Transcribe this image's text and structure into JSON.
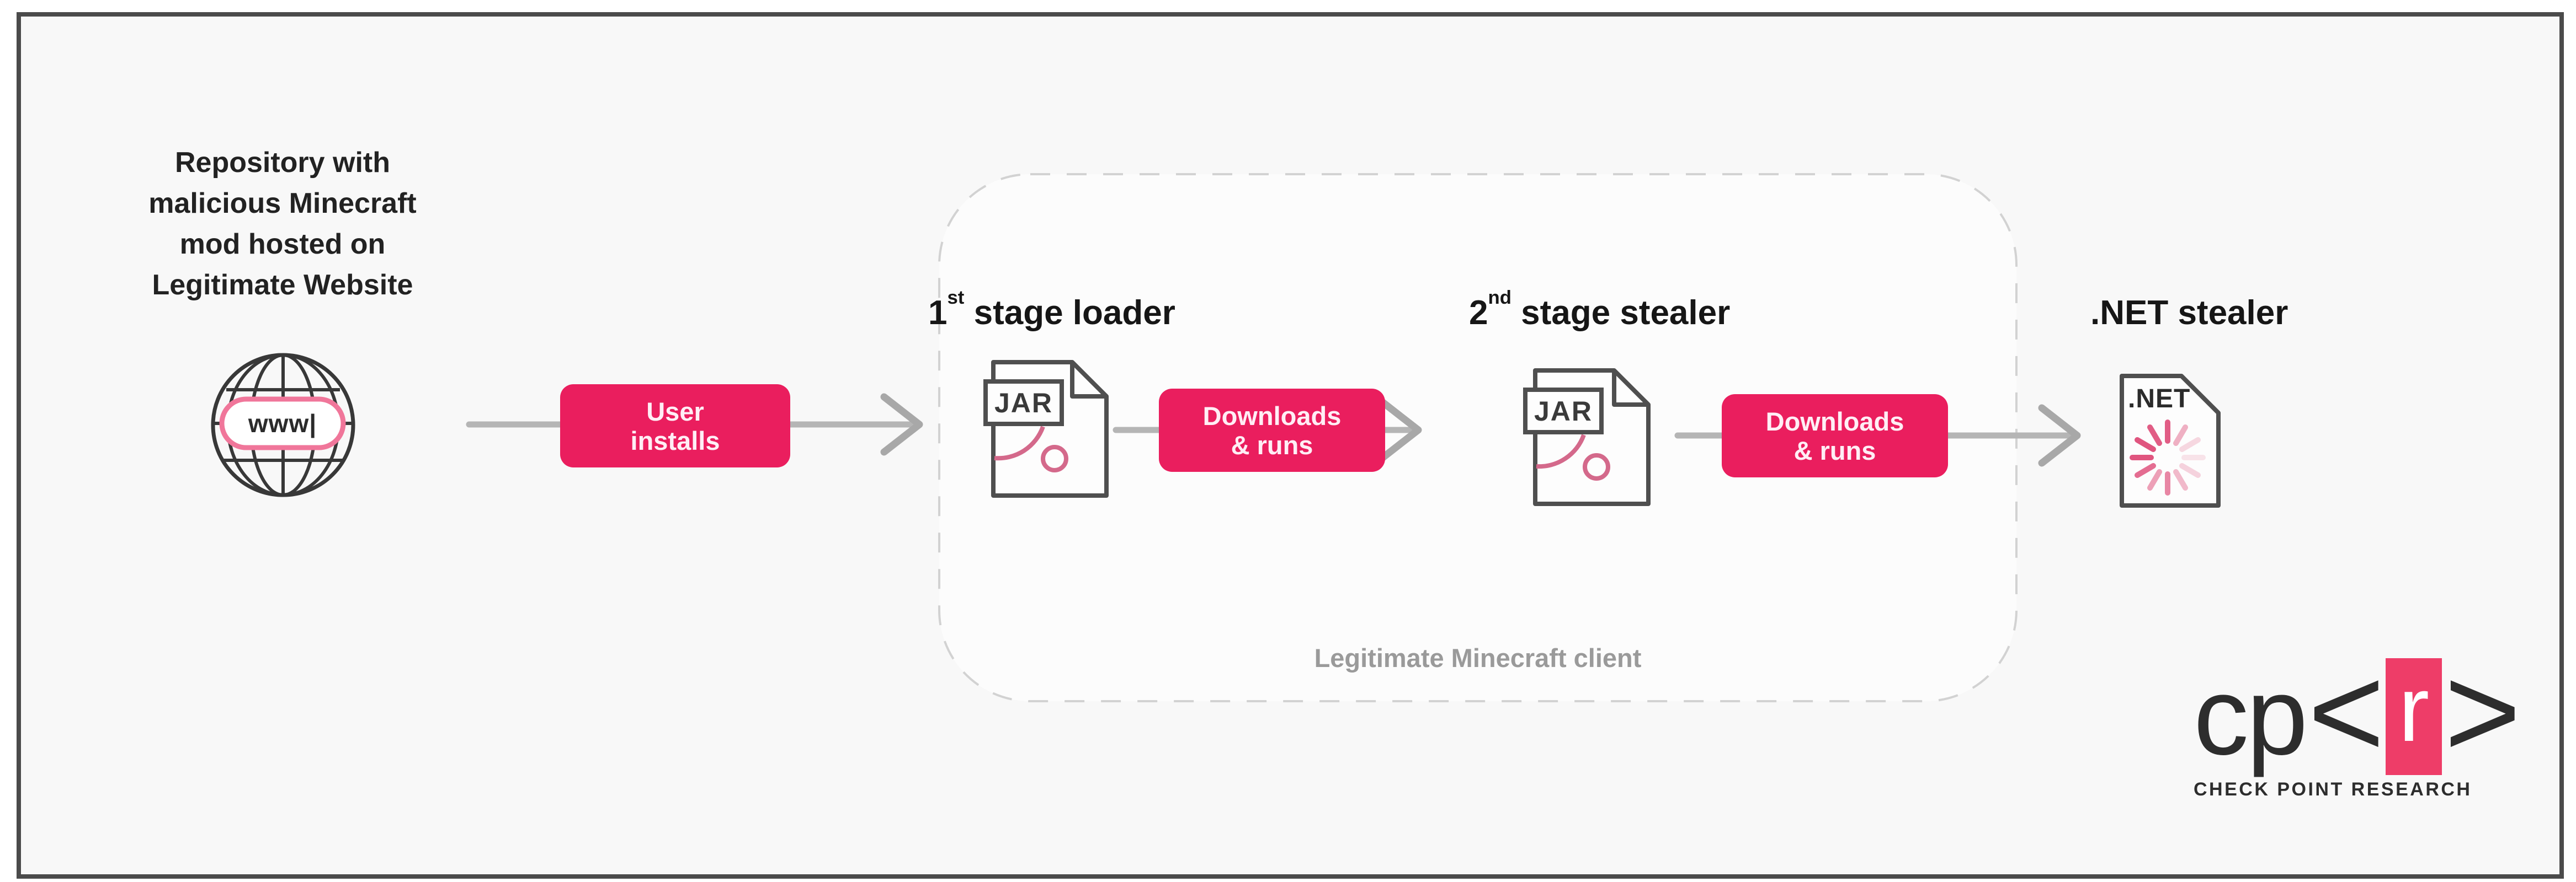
{
  "palette": {
    "accent_pink": "#ea1e5e",
    "logo_red": "#ee3d68",
    "soft_pink": "#d4698b",
    "pill_outline_pink": "#f0769a",
    "arrow_gray": "#b5b5b5",
    "icon_stroke": "#4f4f4f",
    "frame_border": "#4b4b4b",
    "caption_gray": "#9a9a9a",
    "background": "#f8f8f8"
  },
  "repo_label": {
    "line1": "Repository with",
    "line2": "malicious Minecraft",
    "line3": "mod hosted on",
    "line4": "Legitimate Website"
  },
  "globe": {
    "url_text": "www|"
  },
  "flow": {
    "user_installs": {
      "line1": "User",
      "line2": "installs"
    },
    "downloads_runs_1": {
      "line1": "Downloads",
      "line2": "& runs"
    },
    "downloads_runs_2": {
      "line1": "Downloads",
      "line2": "& runs"
    }
  },
  "stages": {
    "stage1": {
      "num": "1",
      "sup": "st",
      "rest": " stage loader",
      "file_label": "JAR"
    },
    "stage2": {
      "num": "2",
      "sup": "nd",
      "rest": " stage stealer",
      "file_label": "JAR"
    },
    "stage3": {
      "num": "",
      "sup": "",
      "rest": ".NET stealer",
      "file_label": ".NET"
    }
  },
  "container_label": "Legitimate Minecraft client",
  "logo": {
    "cp": "cp",
    "lt": "<",
    "r": "r",
    "gt": ">",
    "subtext": "CHECK POINT RESEARCH"
  }
}
